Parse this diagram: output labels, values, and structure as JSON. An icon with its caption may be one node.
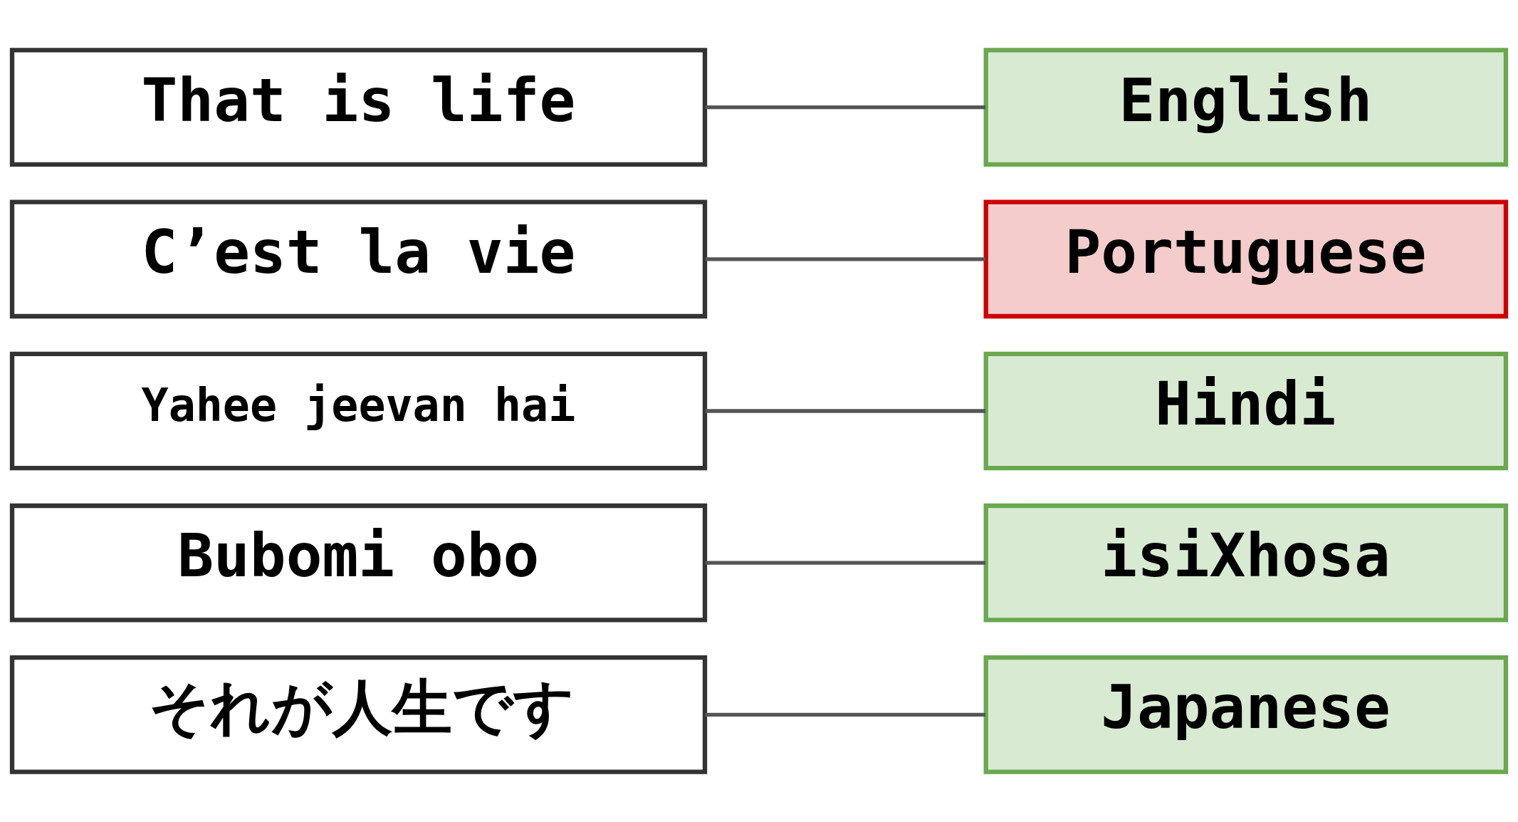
{
  "diagram": {
    "nodes": [
      {
        "text": [
          "That is life"
        ]
      },
      {
        "text": [
          "English"
        ]
      },
      {
        "text": [
          "C’est la vie"
        ]
      },
      {
        "text": [
          "Portuguese"
        ]
      },
      {
        "text": [
          "Yahee jeevan hai"
        ]
      },
      {
        "text": [
          "Hindi"
        ]
      },
      {
        "text": [
          "Bubomi obo"
        ]
      },
      {
        "text": [
          "isiXhosa"
        ]
      },
      {
        "text": [
          "それが人生です"
        ]
      },
      {
        "text": [
          "Japanese"
        ]
      }
    ],
    "edges": [
      {
        "from": 0,
        "to": 1,
        "arrow": "none"
      },
      {
        "from": 2,
        "to": 3,
        "arrow": "none"
      },
      {
        "from": 4,
        "to": 5,
        "arrow": "none"
      },
      {
        "from": 6,
        "to": 7,
        "arrow": "none"
      },
      {
        "from": 8,
        "to": 9,
        "arrow": "none"
      }
    ]
  }
}
